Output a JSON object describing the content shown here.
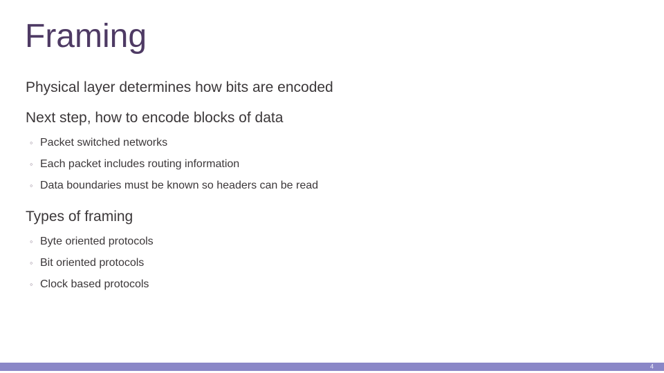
{
  "slide": {
    "title": "Framing",
    "sections": [
      {
        "heading": "Physical layer determines how bits are encoded",
        "bullets": []
      },
      {
        "heading": "Next step, how to encode blocks of data",
        "bullets": [
          "Packet switched networks",
          "Each packet includes routing information",
          "Data boundaries must be known so headers can be read"
        ]
      },
      {
        "heading": "Types of framing",
        "bullets": [
          "Byte oriented protocols",
          "Bit oriented protocols",
          "Clock based protocols"
        ]
      }
    ],
    "footer": {
      "page_number": "4"
    },
    "colors": {
      "title_text": "#4e3a64",
      "body_text": "#3b3739",
      "bullet_marker": "#97889a",
      "footer_bar": "#8a87c7",
      "page_number_text": "#f2f1fa",
      "background": "#ffffff"
    }
  },
  "icons": {
    "bullet": "◦"
  }
}
